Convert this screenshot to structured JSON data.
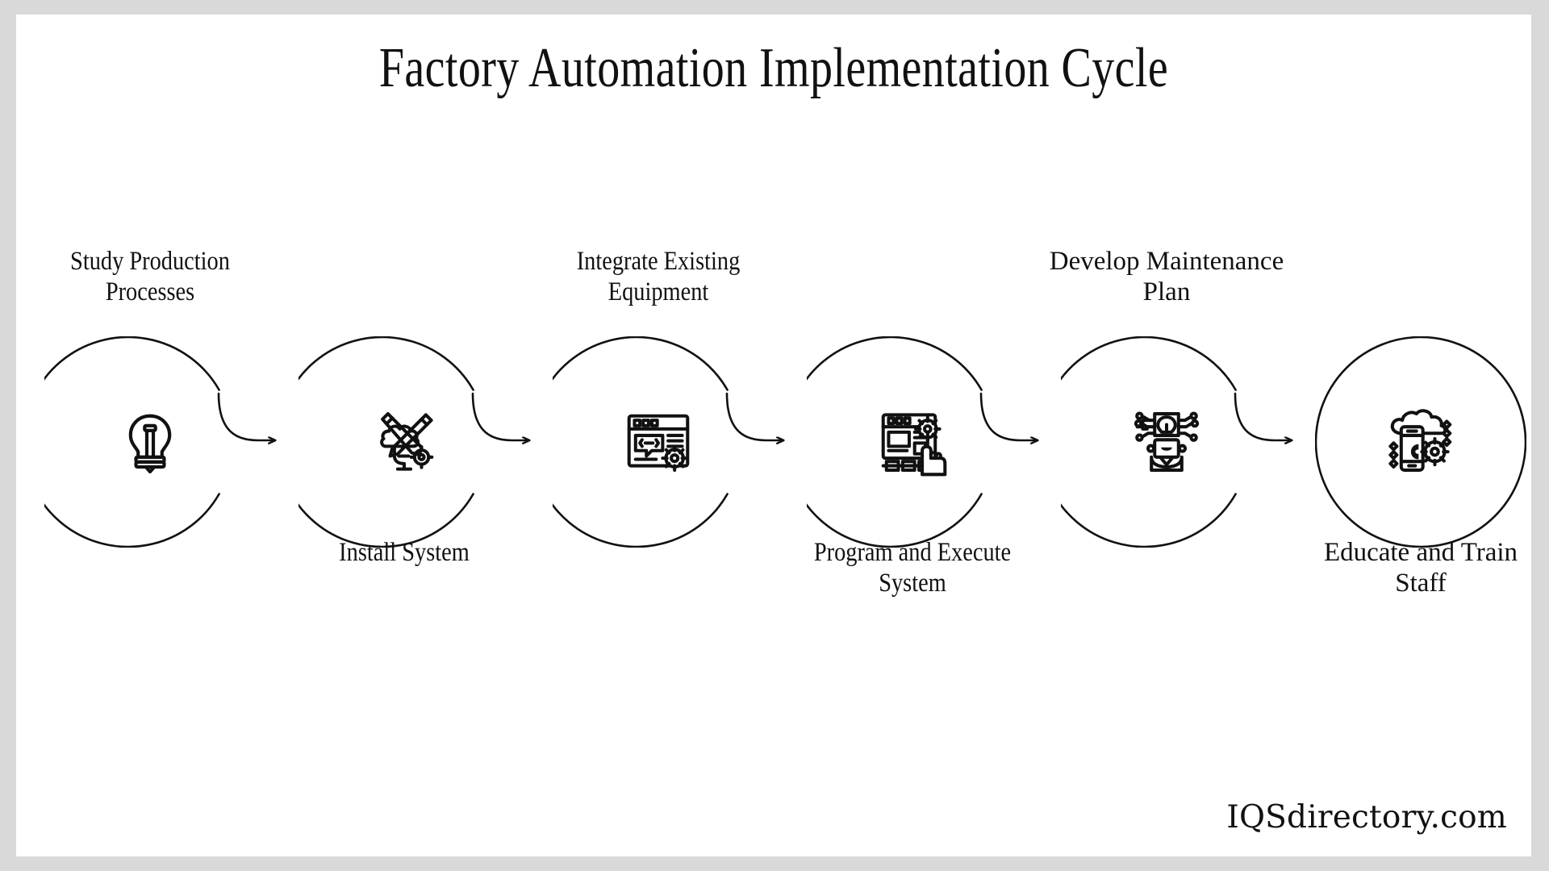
{
  "title": "Factory Automation Implementation Cycle",
  "watermark": "IQSdirectory.com",
  "colors": {
    "page_background": "#d9d9d9",
    "card_background": "#ffffff",
    "stroke": "#111111",
    "text": "#111111"
  },
  "diagram": {
    "type": "process-cycle",
    "orientation": "horizontal",
    "step_count": 6,
    "connector": "curved-arrow",
    "steps": [
      {
        "index": 1,
        "label": "Study Production Processes",
        "label_lines": [
          "Study Production",
          "Processes"
        ],
        "label_position": "above",
        "icon": "lightbulb-icon",
        "label_font": "condensed"
      },
      {
        "index": 2,
        "label": "Install System",
        "label_lines": [
          "Install System",
          ""
        ],
        "label_position": "below",
        "icon": "brain-pencil-gear-icon",
        "label_font": "condensed"
      },
      {
        "index": 3,
        "label": "Integrate Existing Equipment",
        "label_lines": [
          "Integrate Existing",
          "Equipment"
        ],
        "label_position": "above",
        "icon": "code-window-gear-icon",
        "label_font": "condensed"
      },
      {
        "index": 4,
        "label": "Program and Execute System",
        "label_lines": [
          "Program and Execute",
          "System"
        ],
        "label_position": "below",
        "icon": "dashboard-hand-gear-icon",
        "label_font": "condensed"
      },
      {
        "index": 5,
        "label": "Develop Maintenance Plan",
        "label_lines": [
          "Develop Maintenance",
          "Plan"
        ],
        "label_position": "above",
        "icon": "ai-person-bulb-icon",
        "label_font": "regular"
      },
      {
        "index": 6,
        "label": "Educate and Train Staff",
        "label_lines": [
          "Educate and Train",
          "Staff"
        ],
        "label_position": "below",
        "icon": "cloud-device-gear-icon",
        "label_font": "regular"
      }
    ]
  }
}
